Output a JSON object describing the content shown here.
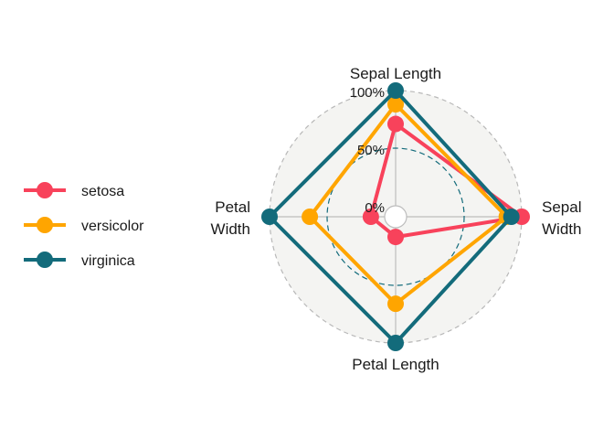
{
  "chart_data": {
    "type": "radar",
    "axes": [
      "Sepal Length",
      "Sepal Width",
      "Petal Length",
      "Petal Width"
    ],
    "axis_label_lines": [
      [
        "Sepal Length"
      ],
      [
        "Sepal",
        "Width"
      ],
      [
        "Petal Length"
      ],
      [
        "Petal",
        "Width"
      ]
    ],
    "grid_labels": [
      "0%",
      "50%",
      "100%"
    ],
    "range": [
      0,
      1
    ],
    "series": [
      {
        "name": "setosa",
        "color": "#F8425B",
        "values": [
          0.71,
          1.0,
          0.08,
          0.12
        ]
      },
      {
        "name": "versicolor",
        "color": "#FFA500",
        "values": [
          0.88,
          0.87,
          0.66,
          0.65
        ]
      },
      {
        "name": "virginica",
        "color": "#136B7B",
        "values": [
          1.0,
          0.91,
          1.0,
          1.0
        ]
      }
    ],
    "legend_position": "left",
    "grid_color": "#136B7B",
    "background_color": "#F4F4F2"
  }
}
